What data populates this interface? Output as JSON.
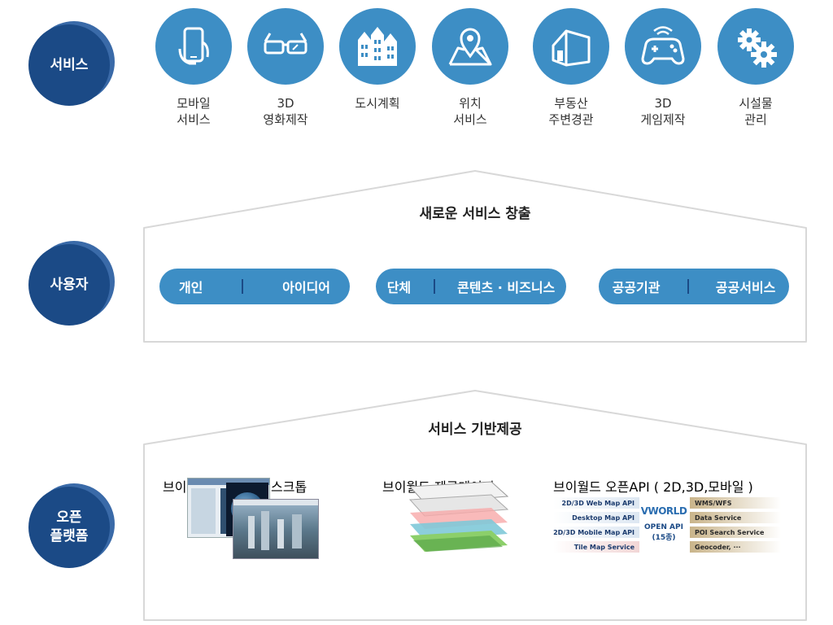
{
  "rows": {
    "service": "서비스",
    "user": "사용자",
    "platform_line1": "오픈",
    "platform_line2": "플랫폼"
  },
  "services": [
    {
      "label": "모바일\n서비스",
      "icon": "smartphone-icon"
    },
    {
      "label": "3D\n영화제작",
      "icon": "3d-glasses-icon"
    },
    {
      "label": "도시계획",
      "icon": "buildings-icon"
    },
    {
      "label": "위치\n서비스",
      "icon": "map-pin-icon"
    },
    {
      "label": "부동산\n주변경관",
      "icon": "house-icon"
    },
    {
      "label": "3D\n게임제작",
      "icon": "gamepad-icon"
    },
    {
      "label": "시설물\n관리",
      "icon": "gears-icon"
    }
  ],
  "user_section": {
    "title": "새로운 서비스 창출",
    "pills": [
      {
        "left": "개인",
        "right": "아이디어"
      },
      {
        "left": "단체",
        "right": "콘텐츠 · 비즈니스"
      },
      {
        "left": "공공기관",
        "right": "공공서비스"
      }
    ]
  },
  "platform_section": {
    "title": "서비스 기반제공",
    "items": [
      {
        "caption": "브이월드 웹지도, 데스크톱"
      },
      {
        "caption": "브이월드 제공데이터"
      },
      {
        "caption": "브이월드 오픈API ( 2D,3D,모바일 )"
      }
    ],
    "api": {
      "left": [
        "2D/3D Web Map API",
        "Desktop Map API",
        "2D/3D Mobile Map API",
        "Tile Map Service"
      ],
      "center_logo": "VWORLD",
      "center_line1": "OPEN API",
      "center_line2": "(15종)",
      "right": [
        "WMS/WFS",
        "Data Service",
        "POI Search Service",
        "Geocoder, ···"
      ]
    }
  },
  "colors": {
    "dark_blue": "#1b4a86",
    "light_blue": "#3d8ec5"
  }
}
